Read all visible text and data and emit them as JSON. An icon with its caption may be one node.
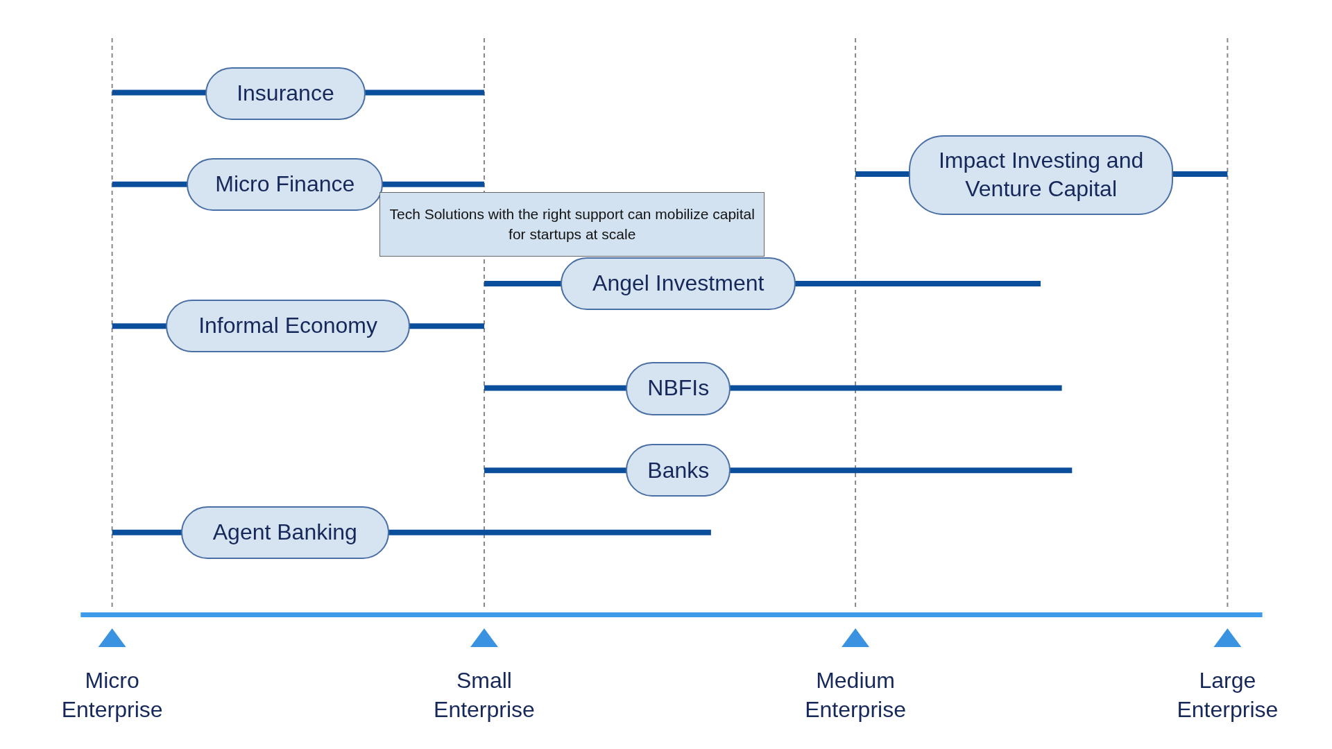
{
  "diagram": {
    "nodes": [
      {
        "text": [
          "Insurance"
        ]
      },
      {
        "text": [
          "Impact Investing and Venture Capital"
        ]
      },
      {
        "text": [
          "Micro Finance"
        ]
      },
      {
        "text": [
          "Tech Solutions with the right support can mobilize capital for startups at scale"
        ]
      },
      {
        "text": [
          "Angel Investment"
        ]
      },
      {
        "text": [
          "Informal Economy"
        ]
      },
      {
        "text": [
          "NBFIs"
        ]
      },
      {
        "text": [
          "Banks"
        ]
      },
      {
        "text": [
          "Agent Banking"
        ]
      }
    ],
    "edges": [],
    "labels": [
      "Micro Enterprise",
      "Small Enterprise",
      "Medium Enterprise",
      "Large Enterprise"
    ]
  }
}
